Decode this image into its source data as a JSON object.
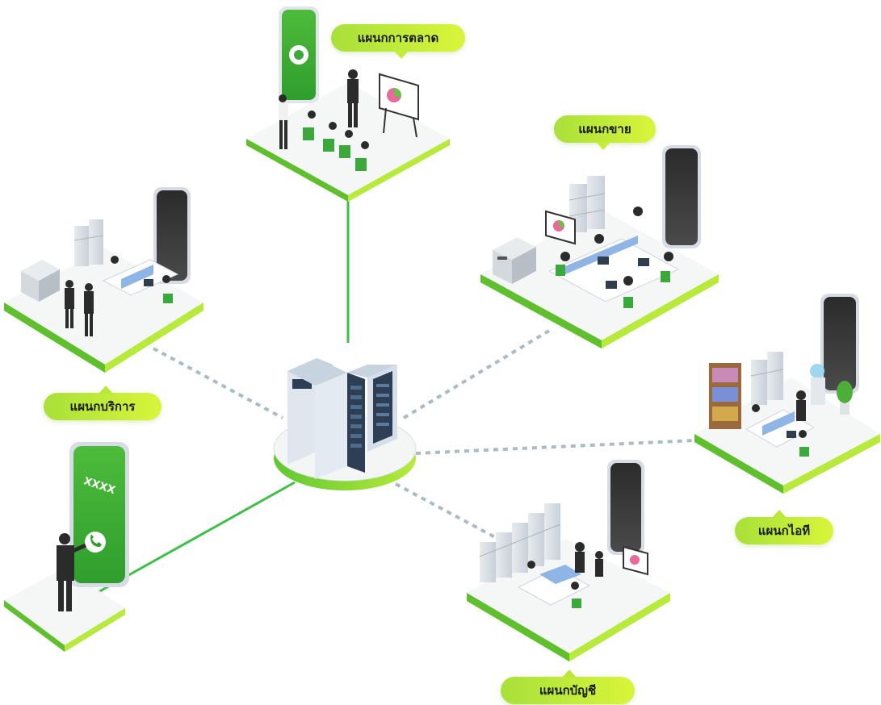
{
  "departments": {
    "marketing": "แผนกการตลาด",
    "sales": "แผนกขาย",
    "service": "แผนกบริการ",
    "it": "แผนกไอที",
    "accounting": "แผนกบัญชี"
  },
  "phone": {
    "caller_text": "XXXX"
  },
  "colors": {
    "accent_green": "#7ed321",
    "platform_top": "#f7f8f8",
    "platform_rim": "#8cd43a",
    "link_solid": "#3fbf4a",
    "link_dashed": "#a9bcc4",
    "label_gradient_start": "#a8e03a",
    "label_gradient_end": "#d9f53a"
  },
  "icons": [
    "server-rack-icon",
    "phone-icon",
    "whiteboard-icon",
    "copier-icon",
    "filing-cabinet-icon",
    "person-icon",
    "plant-icon",
    "water-cooler-icon",
    "bookshelf-icon"
  ]
}
